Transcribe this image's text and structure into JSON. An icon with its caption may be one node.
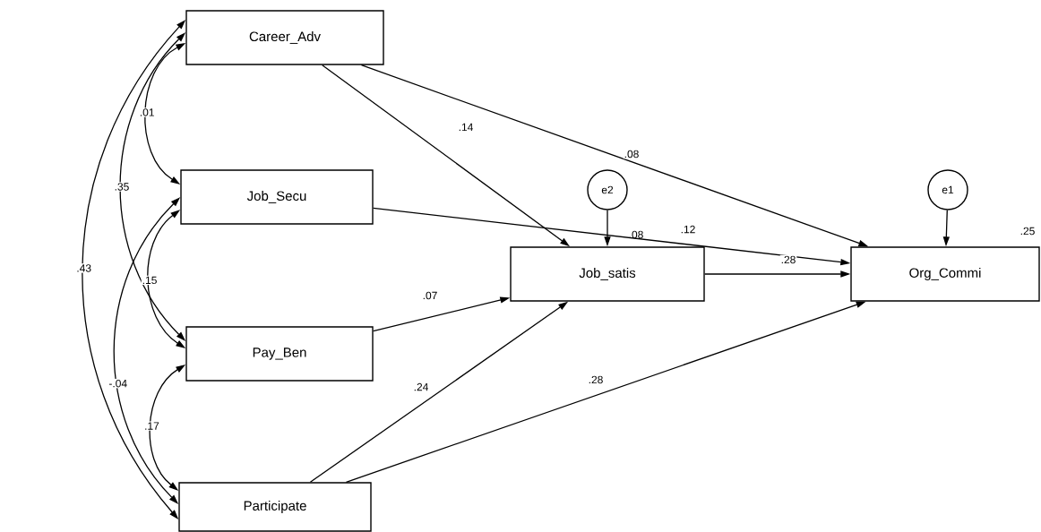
{
  "diagram": {
    "nodes": [
      {
        "text": [
          "Career_Adv"
        ]
      },
      {
        "text": [
          "Job_Secu"
        ]
      },
      {
        "text": [
          "Pay_Ben"
        ]
      },
      {
        "text": [
          "Participate"
        ]
      },
      {
        "text": [
          "e2"
        ]
      },
      {
        "text": [
          "Job_satis"
        ],
        "beside": [
          ".08"
        ]
      },
      {
        "text": [
          "e1"
        ]
      },
      {
        "text": [
          "Org_Commi"
        ],
        "beside": [
          ".25"
        ]
      }
    ],
    "edges": [
      {
        "from": 0,
        "to": 1,
        "arrow": "both",
        "label": ".01"
      },
      {
        "from": 0,
        "to": 2,
        "arrow": "both",
        "label": ".35"
      },
      {
        "from": 0,
        "to": 3,
        "arrow": "both",
        "label": ".43"
      },
      {
        "from": 1,
        "to": 2,
        "arrow": "both",
        "label": ".15"
      },
      {
        "from": 1,
        "to": 3,
        "arrow": "both",
        "label": "-.04"
      },
      {
        "from": 2,
        "to": 3,
        "arrow": "both",
        "label": ".17"
      },
      {
        "from": 0,
        "to": 5,
        "arrow": "to",
        "label": ".14"
      },
      {
        "from": 0,
        "to": 7,
        "arrow": "to",
        "label": ".08"
      },
      {
        "from": 1,
        "to": 7,
        "arrow": "to",
        "label": ".12"
      },
      {
        "from": 2,
        "to": 5,
        "arrow": "to",
        "label": ".07"
      },
      {
        "from": 3,
        "to": 5,
        "arrow": "to",
        "label": ".24"
      },
      {
        "from": 3,
        "to": 7,
        "arrow": "to",
        "label": ".28"
      },
      {
        "from": 5,
        "to": 7,
        "arrow": "to",
        "label": ".28"
      },
      {
        "from": 4,
        "to": 5,
        "arrow": "to"
      },
      {
        "from": 6,
        "to": 7,
        "arrow": "to"
      }
    ]
  }
}
